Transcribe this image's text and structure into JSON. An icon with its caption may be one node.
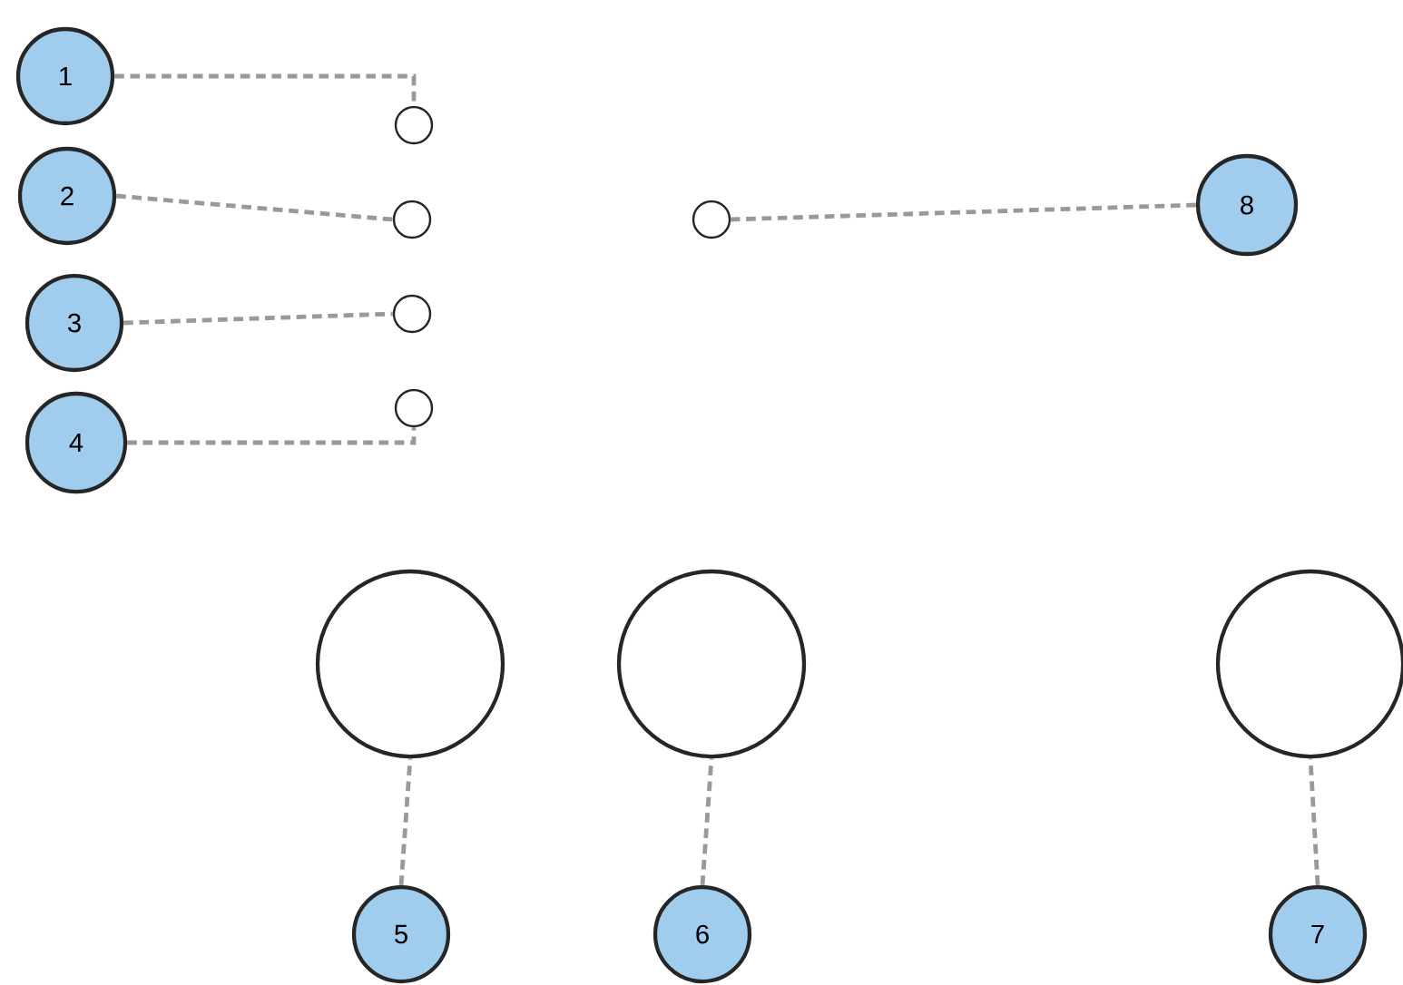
{
  "diagram": {
    "nodes": [
      {
        "text": [
          "1"
        ]
      },
      {
        "text": [
          "2"
        ]
      },
      {
        "text": [
          "3"
        ]
      },
      {
        "text": [
          "4"
        ]
      },
      {
        "text": [
          "8"
        ]
      },
      {
        "text": [
          "5"
        ]
      },
      {
        "text": [
          "6"
        ]
      },
      {
        "text": [
          "7"
        ]
      },
      {
        "text": [],
        "shape": "circle"
      },
      {
        "text": [],
        "shape": "circle"
      },
      {
        "text": [],
        "shape": "circle"
      },
      {
        "text": [],
        "shape": "circle"
      },
      {
        "text": [],
        "shape": "circle"
      },
      {
        "text": [],
        "shape": "circle"
      },
      {
        "text": [],
        "shape": "circle"
      },
      {
        "text": [],
        "shape": "circle"
      }
    ],
    "edges": [
      {
        "from": 0,
        "to": 8,
        "arrow": "none",
        "style": "dashed"
      },
      {
        "from": 1,
        "to": 9,
        "arrow": "none",
        "style": "dashed"
      },
      {
        "from": 2,
        "to": 10,
        "arrow": "none",
        "style": "dashed"
      },
      {
        "from": 3,
        "to": 11,
        "arrow": "none",
        "style": "dashed"
      },
      {
        "from": 4,
        "to": 12,
        "arrow": "none",
        "style": "dashed"
      },
      {
        "from": 5,
        "to": 13,
        "arrow": "none",
        "style": "dashed"
      },
      {
        "from": 6,
        "to": 14,
        "arrow": "none",
        "style": "dashed"
      },
      {
        "from": 7,
        "to": 15,
        "arrow": "none",
        "style": "dashed"
      }
    ]
  }
}
